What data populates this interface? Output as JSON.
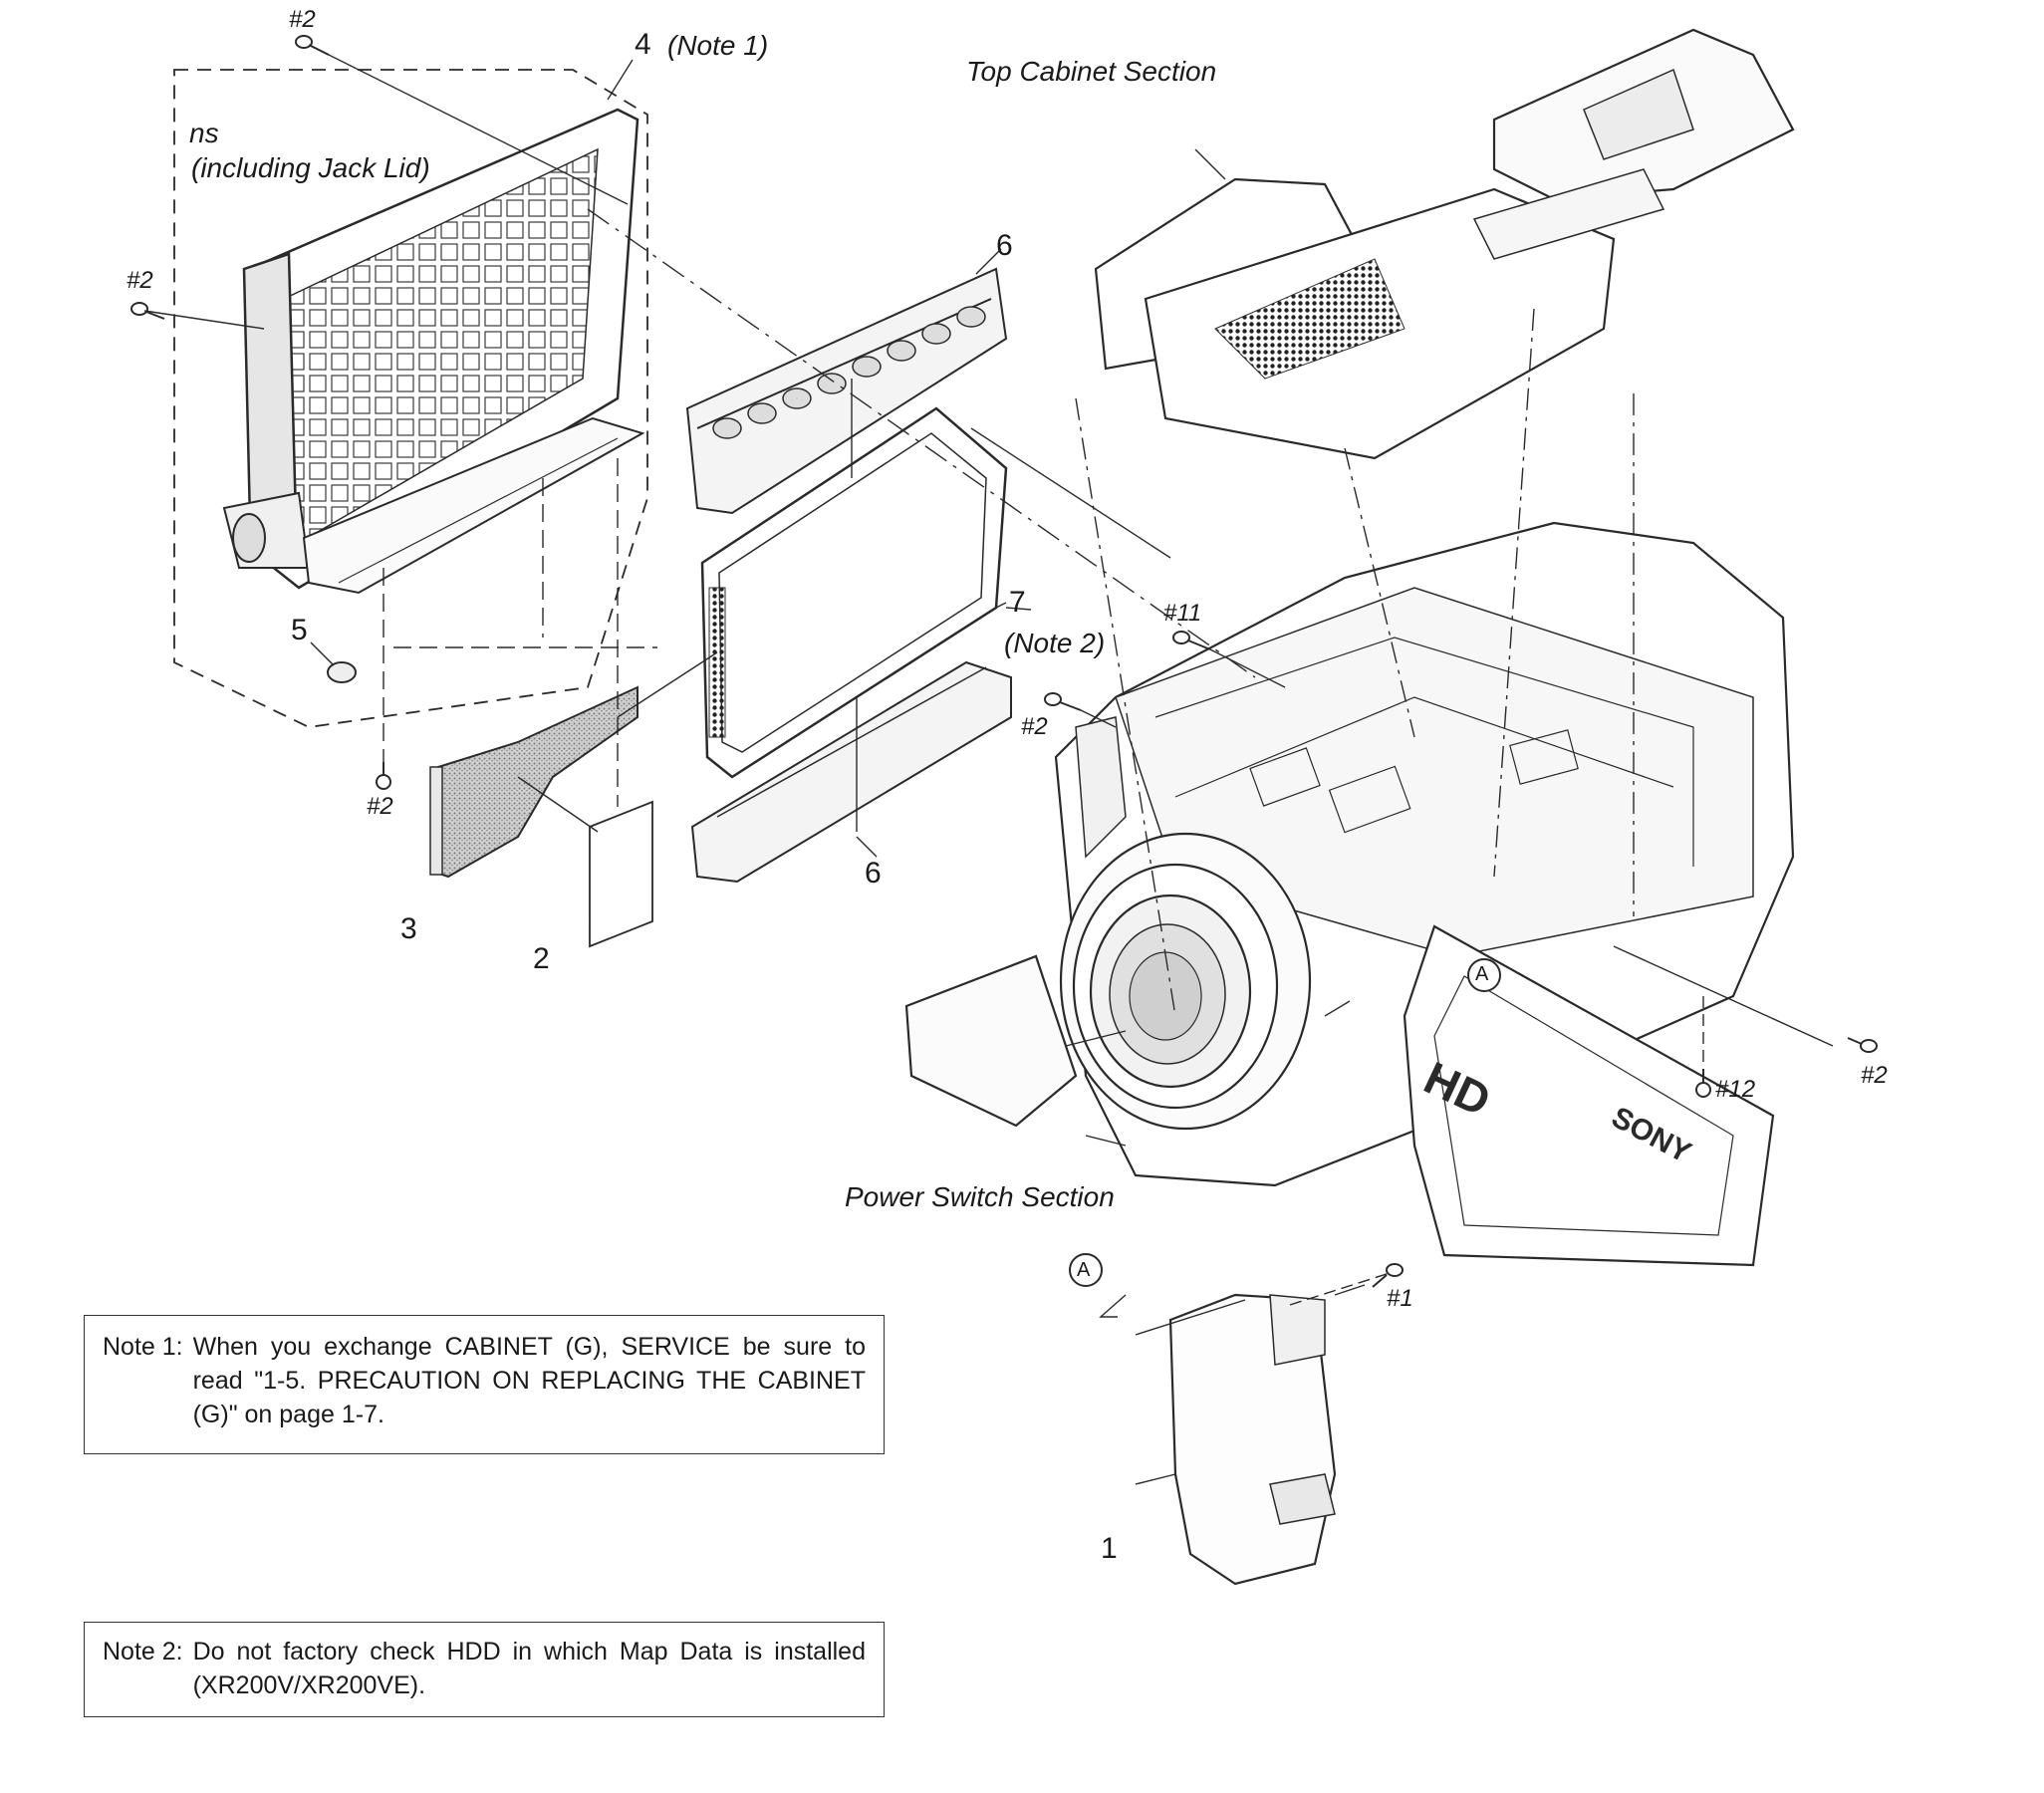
{
  "labels": {
    "part_1": "1",
    "part_2": "2",
    "part_3": "3",
    "part_4": "4",
    "part_4_note": "(Note 1)",
    "part_5": "5",
    "part_6_top": "6",
    "part_6_bottom": "6",
    "part_7": "7",
    "part_7_note": "(Note 2)",
    "ns": "ns",
    "including_jack_lid": "(including Jack Lid)",
    "top_cabinet_section": "Top Cabinet Section",
    "power_switch_section": "Power Switch Section",
    "ref_a_upper": "A",
    "ref_a_lower": "A",
    "screw_top": "#2",
    "screw_left": "#2",
    "screw_lower_left": "#2",
    "screw_mid": "#2",
    "screw_right": "#2",
    "screw_11": "#11",
    "screw_12": "#12",
    "screw_1": "#1",
    "lens_brand": "HD",
    "body_brand": "SONY"
  },
  "notes": [
    {
      "label": "Note 1:",
      "text": "When you exchange CABINET (G), SERVICE be sure to read \"1-5. PRECAUTION ON REPLACING THE CABINET (G)\" on page 1-7."
    },
    {
      "label": "Note 2:",
      "text": "Do not factory check HDD in which Map Data is installed (XR200V/XR200VE)."
    }
  ],
  "colors": {
    "line": "#2a2a2a",
    "ink": "#1a1a1a",
    "shade": "#9a9a9a",
    "light": "#d8d8d8"
  }
}
